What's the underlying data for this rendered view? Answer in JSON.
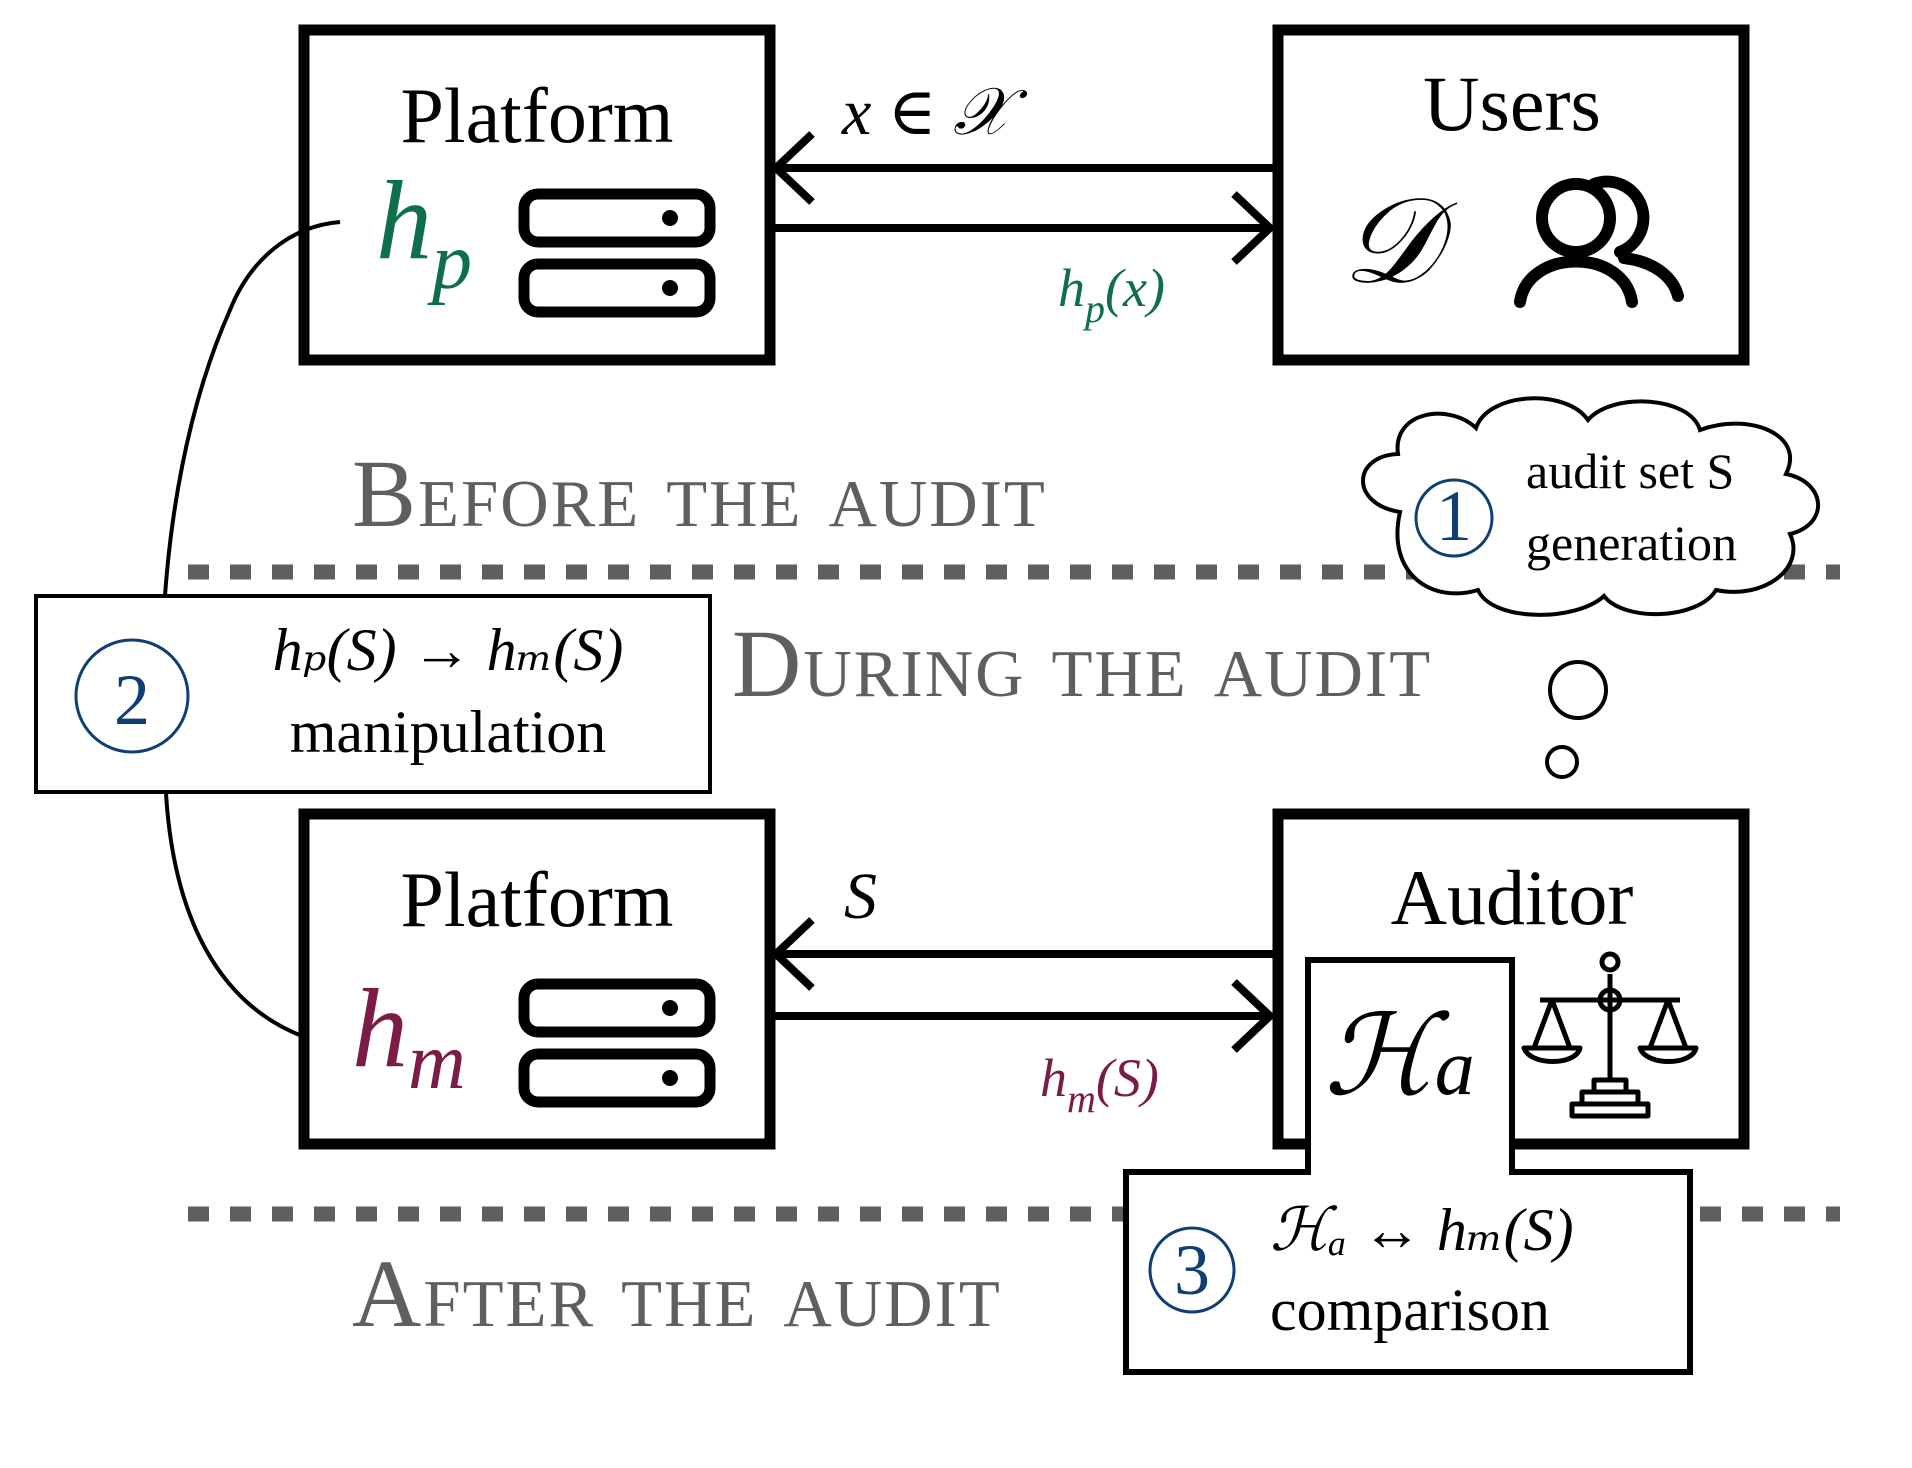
{
  "colors": {
    "platform_model": "#0e6f4a",
    "manipulated_model": "#7a1c45",
    "step_number": "#0f3e73",
    "phase_text": "#5f5f5f",
    "separator": "#5f5f5f"
  },
  "phases": {
    "before": "Before the audit",
    "during": "During the audit",
    "after": "After the audit"
  },
  "top": {
    "platform_title": "Platform",
    "platform_model": "h",
    "platform_model_sub": "p",
    "users_title": "Users",
    "users_distribution": "𝒟",
    "query_label": "x ∈ 𝒳",
    "response_label": "h",
    "response_label_sub": "p",
    "response_label_arg": "(x)"
  },
  "bottom": {
    "platform_title": "Platform",
    "platform_model": "h",
    "platform_model_sub": "m",
    "auditor_title": "Auditor",
    "hypothesis_set": "ℋ",
    "hypothesis_set_sub": "a",
    "query_label": "S",
    "response_label": "h",
    "response_label_sub": "m",
    "response_label_arg": "(S)"
  },
  "steps": [
    {
      "number": "1",
      "line1": "audit set S",
      "line2": "generation"
    },
    {
      "number": "2",
      "line1": "hₚ(S) → hₘ(S)",
      "line2": "manipulation"
    },
    {
      "number": "3",
      "line1": "ℋₐ ↔ hₘ(S)",
      "line2": "comparison"
    }
  ],
  "icons": {
    "platform": "server-icon",
    "users": "users-icon",
    "auditor": "scales-icon",
    "step1_shape": "thought-cloud-icon"
  }
}
